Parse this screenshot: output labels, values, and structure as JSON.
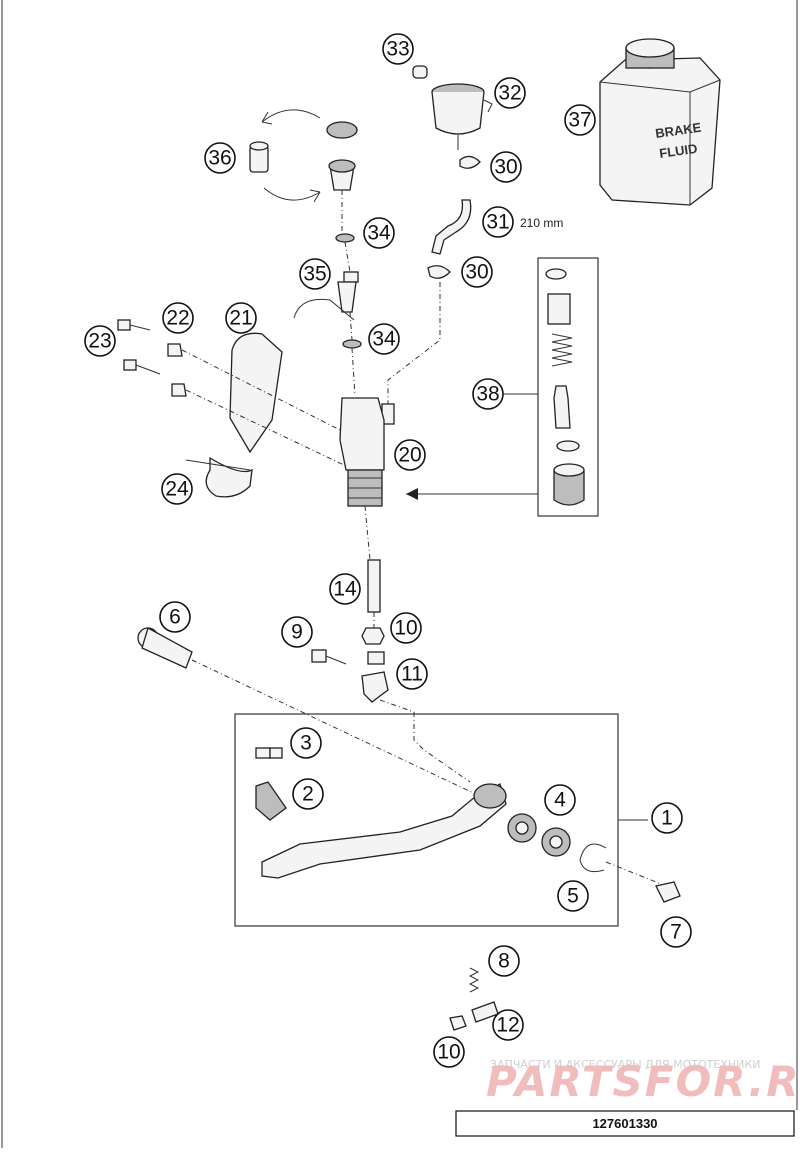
{
  "diagram": {
    "callouts": [
      "1",
      "2",
      "3",
      "4",
      "5",
      "6",
      "7",
      "8",
      "9",
      "10",
      "11",
      "12",
      "14",
      "20",
      "21",
      "22",
      "23",
      "24",
      "30",
      "31",
      "32",
      "33",
      "34",
      "35",
      "36",
      "37",
      "38"
    ],
    "hose_length": "210 mm",
    "container_label_line1": "BRAKE",
    "container_label_line2": "FLUID",
    "watermark_tagline": "ЗАПЧАСТИ И АКСЕССУАРЫ ДЛЯ МОТОТЕХНИКИ",
    "watermark_brand": "PARTSFOR.RU",
    "drawing_number": "127601330"
  },
  "colors": {
    "line": "#222222",
    "watermark": "#f1bcbc",
    "background": "#ffffff"
  }
}
